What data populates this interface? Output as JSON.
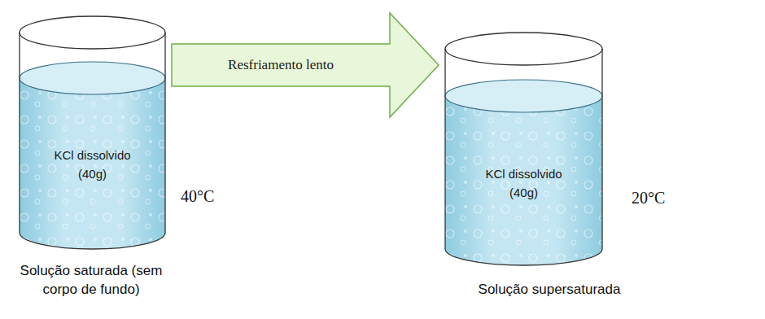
{
  "diagram": {
    "nodes": [
      {
        "text": [
          "KCl dissolvido (40g)"
        ]
      },
      {
        "text": [
          "KCl dissolvido (40g)"
        ]
      }
    ],
    "edges": [
      {
        "from": 0,
        "to": 1,
        "label": "Resfriamento lento",
        "arrow": "to"
      }
    ],
    "labels": [
      "40°C",
      "Solução saturada (sem corpo de fundo)",
      "20°C",
      "Solução supersaturada"
    ]
  }
}
